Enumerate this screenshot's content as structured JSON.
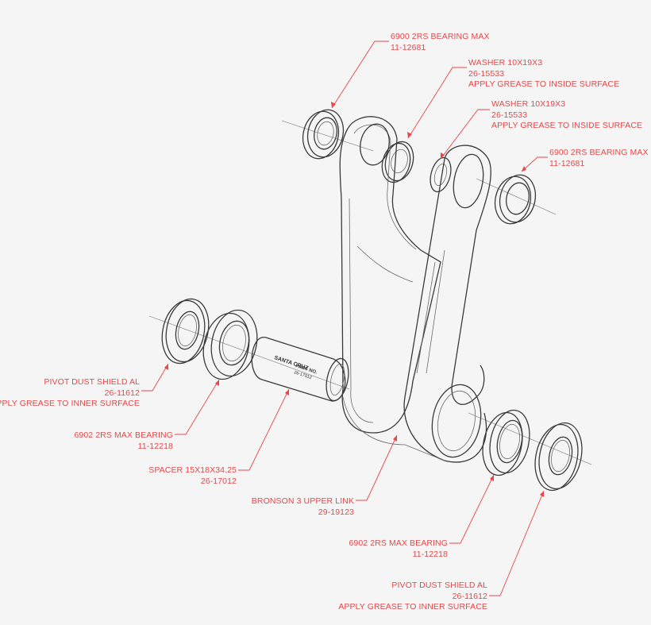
{
  "colors": {
    "background": "#f5f5f5",
    "callout": "#e8474a",
    "linework": "#3a3a3a"
  },
  "labels": {
    "bearing_top_left": {
      "line1": "6900 2RS BEARING MAX",
      "line2": "11-12681"
    },
    "washer_left": {
      "line1": "WASHER 10X19X3",
      "line2": "26-15533",
      "line3": "APPLY GREASE TO INSIDE SURFACE"
    },
    "washer_right": {
      "line1": "WASHER 10X19X3",
      "line2": "26-15533",
      "line3": "APPLY GREASE TO INSIDE SURFACE"
    },
    "bearing_top_right": {
      "line1": "6900 2RS BEARING MAX",
      "line2": "11-12681"
    },
    "dust_shield_left": {
      "line1": "PIVOT DUST SHIELD AL",
      "line2": "26-11612",
      "line3": "APPLY GREASE TO INNER SURFACE"
    },
    "bearing_mid_left": {
      "line1": "6902 2RS MAX BEARING",
      "line2": "11-12218"
    },
    "spacer": {
      "line1": "SPACER 15X18X34.25",
      "line2": "26-17012"
    },
    "upper_link": {
      "line1": "BRONSON 3 UPPER LINK",
      "line2": "29-19123"
    },
    "bearing_bottom_right": {
      "line1": "6902 2RS MAX BEARING",
      "line2": "11-12218"
    },
    "dust_shield_right": {
      "line1": "PIVOT DUST SHIELD AL",
      "line2": "26-11612",
      "line3": "APPLY GREASE TO INNER SURFACE"
    }
  },
  "spacer_marking": {
    "brand": "SANTA CRUZ",
    "part_label": "PART NO.",
    "part_number": "26-17012"
  }
}
